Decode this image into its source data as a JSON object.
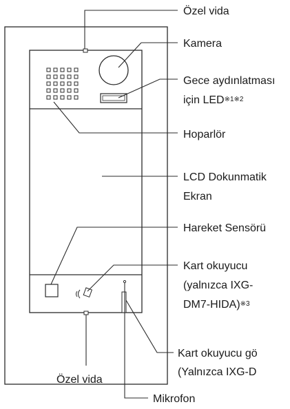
{
  "labels": {
    "screw_top": "Özel vida",
    "camera": "Kamera",
    "led_line1": "Gece aydınlatması",
    "led_line2": "için LED",
    "led_note": "※1※2",
    "speaker": "Hoparlör",
    "lcd_line1": "LCD Dokunmatik",
    "lcd_line2": "Ekran",
    "motion_sensor": "Hareket Sensörü",
    "card_reader_line1": "Kart okuyucu",
    "card_reader_line2": "(yalnızca IXG-",
    "card_reader_line3": "DM7-HIDA)",
    "card_reader_note": "※3",
    "card_indicator_line1": "Kart okuyucu gö",
    "card_indicator_line2": "(Yalnızca IXG-D",
    "screw_bottom": "Özel vida",
    "microphone": "Mikrofon"
  },
  "icons": {
    "card_reader_symbol": "contactless-card-icon"
  },
  "colors": {
    "line": "#2a2a2a",
    "text": "#1a1a1a",
    "panel_fill": "#ffffff"
  }
}
